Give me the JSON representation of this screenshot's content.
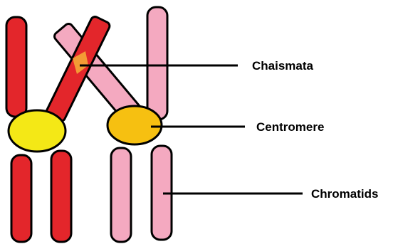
{
  "labels": {
    "chiasmata": "Chaismata",
    "centromere": "Centromere",
    "chromatids": "Chromatids"
  },
  "colors": {
    "outline": "#000000",
    "red_chromatid": "#e3262b",
    "pink_chromatid": "#f4a9c0",
    "left_centromere": "#f4e816",
    "right_centromere": "#f6c011",
    "overlap": "#f39a35",
    "background": "#ffffff"
  }
}
